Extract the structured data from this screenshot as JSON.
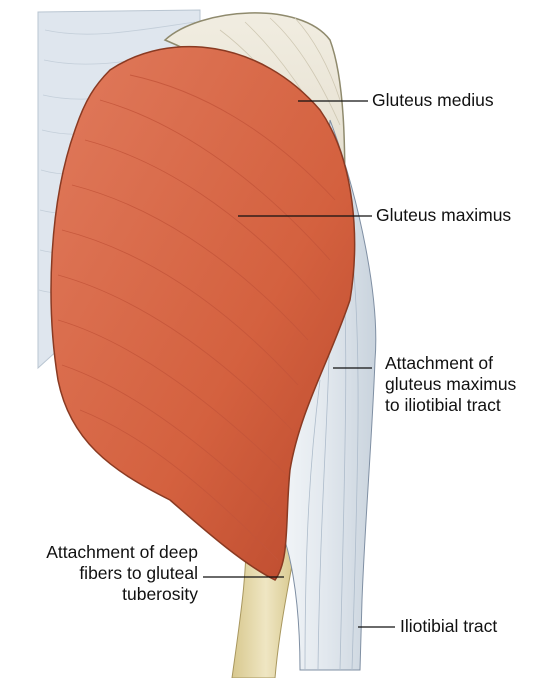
{
  "labels": {
    "gluteus_medius": "Gluteus medius",
    "gluteus_maximus": "Gluteus maximus",
    "attachment_itb": [
      "Attachment of",
      "gluteus maximus",
      "to iliotibial tract"
    ],
    "attachment_deep": [
      "Attachment of deep",
      "fibers to gluteal",
      "tuberosity"
    ],
    "iliotibial_tract": "Iliotibial tract"
  },
  "colors": {
    "muscle": "#d9694a",
    "muscle_shadow": "#b8472e",
    "tendon": "#e6ecf0",
    "fascia": "#d4dde6",
    "bone": "#e8dcae",
    "leader": "#111111"
  }
}
